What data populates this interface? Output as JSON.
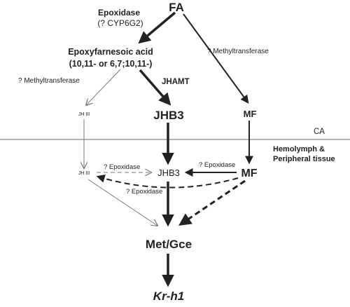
{
  "nodes": {
    "fa": "FA",
    "epoxidase_top": "Epoxidase",
    "epoxidase_top_gene": "(? CYP6G2)",
    "epoxy_acid": "Epoxyfarnesoic acid",
    "epoxy_acid_isomers": "(10,11- or 6,7;10,11-)",
    "methyltransferase_left": "? Methyltransferase",
    "methyltransferase_right": "? Methyltransferase",
    "jhamt": "JHAMT",
    "jh3_ca": "JH III",
    "jhb3_ca": "JHB3",
    "mf_ca": "MF",
    "ca": "CA",
    "hemolymph_1": "Hemolymph &",
    "hemolymph_2": "Peripheral tissue",
    "jh3_hemo": "JH III",
    "epoxidase_a": "? Epoxidase",
    "jhb3_hemo": "JHB3",
    "epoxidase_b": "? Epoxidase",
    "mf_hemo": "MF",
    "epoxidase_c": "? Epoxidase",
    "met_gce": "Met/Gce",
    "kr_h1": "Kr-h1"
  },
  "colors": {
    "line": "#222222",
    "separator": "#9a9a9a",
    "thin_arrow": "#777777",
    "jh3_text": "#4a5e6e"
  }
}
